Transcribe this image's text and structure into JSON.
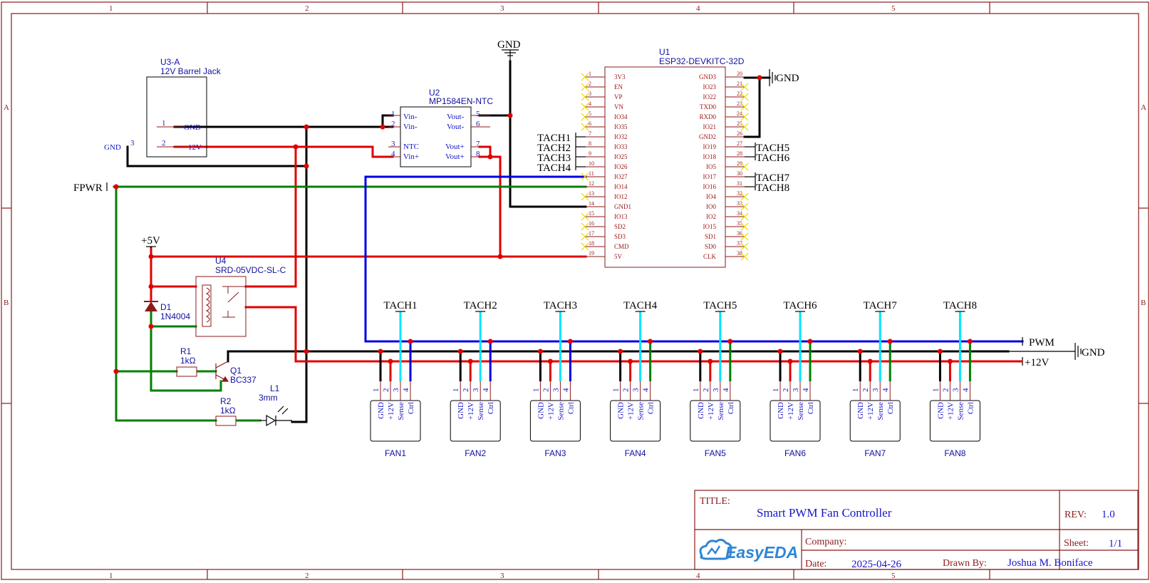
{
  "frame": {
    "cols": [
      "1",
      "2",
      "3",
      "4",
      "5"
    ],
    "rows": [
      "A",
      "B"
    ]
  },
  "title_block": {
    "title_label": "TITLE:",
    "title": "Smart PWM Fan Controller",
    "rev_label": "REV:",
    "rev": "1.0",
    "company_label": "Company:",
    "company": "",
    "sheet_label": "Sheet:",
    "sheet": "1/1",
    "date_label": "Date:",
    "date": "2025-04-26",
    "drawn_label": "Drawn By:",
    "drawn_by": "Joshua M. Boniface",
    "logo": "EasyEDA"
  },
  "u3": {
    "ref": "U3-A",
    "value": "12V Barrel Jack",
    "pin1": "1",
    "pin1_name": "GND",
    "pin2": "2",
    "pin2_name": "12V",
    "pin3": "3",
    "pin3_name": "GND"
  },
  "u2": {
    "ref": "U2",
    "value": "MP1584EN-NTC",
    "left": [
      {
        "n": "1",
        "name": "Vin-"
      },
      {
        "n": "2",
        "name": "Vin-"
      },
      {
        "n": "3",
        "name": "NTC"
      },
      {
        "n": "4",
        "name": "Vin+"
      }
    ],
    "right": [
      {
        "n": "5",
        "name": "Vout-"
      },
      {
        "n": "6",
        "name": "Vout-"
      },
      {
        "n": "7",
        "name": "Vout+"
      },
      {
        "n": "8",
        "name": "Vout+"
      }
    ]
  },
  "u1": {
    "ref": "U1",
    "value": "ESP32-DEVKITC-32D",
    "left": [
      "3V3",
      "EN",
      "VP",
      "VN",
      "IO34",
      "IO35",
      "IO32",
      "IO33",
      "IO25",
      "IO26",
      "IO27",
      "IO14",
      "IO12",
      "GND1",
      "IO13",
      "SD2",
      "SD3",
      "CMD",
      "5V"
    ],
    "right": [
      "GND3",
      "IO23",
      "IO22",
      "TXD0",
      "RXD0",
      "IO21",
      "GND2",
      "IO19",
      "IO18",
      "IO5",
      "IO17",
      "IO16",
      "IO4",
      "IO0",
      "IO2",
      "IO15",
      "SD1",
      "SD0",
      "CLK"
    ]
  },
  "u4": {
    "ref": "U4",
    "value": "SRD-05VDC-SL-C"
  },
  "d1": {
    "ref": "D1",
    "value": "1N4004"
  },
  "r1": {
    "ref": "R1",
    "value": "1kΩ"
  },
  "r2": {
    "ref": "R2",
    "value": "1kΩ"
  },
  "q1": {
    "ref": "Q1",
    "value": "BC337"
  },
  "l1": {
    "ref": "L1",
    "value": "3mm"
  },
  "nets": {
    "gnd": "GND",
    "plus5v": "+5V",
    "fpwr": "FPWR",
    "pwm": "PWM",
    "plus12v": "+12V",
    "u1_tach_left": [
      "TACH1",
      "TACH2",
      "TACH3",
      "TACH4"
    ],
    "u1_tach_right": [
      "TACH5",
      "TACH6",
      "TACH7",
      "TACH8"
    ]
  },
  "fans": [
    {
      "ref": "FAN1",
      "tach": "TACH1"
    },
    {
      "ref": "FAN2",
      "tach": "TACH2"
    },
    {
      "ref": "FAN3",
      "tach": "TACH3"
    },
    {
      "ref": "FAN4",
      "tach": "TACH4"
    },
    {
      "ref": "FAN5",
      "tach": "TACH5"
    },
    {
      "ref": "FAN6",
      "tach": "TACH6"
    },
    {
      "ref": "FAN7",
      "tach": "TACH7"
    },
    {
      "ref": "FAN8",
      "tach": "TACH8"
    }
  ],
  "fan_pins": [
    {
      "n": "1",
      "name": "GND"
    },
    {
      "n": "2",
      "name": "+12V"
    },
    {
      "n": "3",
      "name": "Sense"
    },
    {
      "n": "4",
      "name": "Ctrl"
    }
  ],
  "colors": {
    "frame": "#8b1a1a",
    "part": "#8b1a1a",
    "gnd": "#000000",
    "v12": "#e00000",
    "v5": "#e00000",
    "pwm": "#0000e0",
    "tach": "#00e5ff",
    "fpwr": "#008000",
    "text": "#1515c8",
    "noconnect": "#e8d800"
  }
}
